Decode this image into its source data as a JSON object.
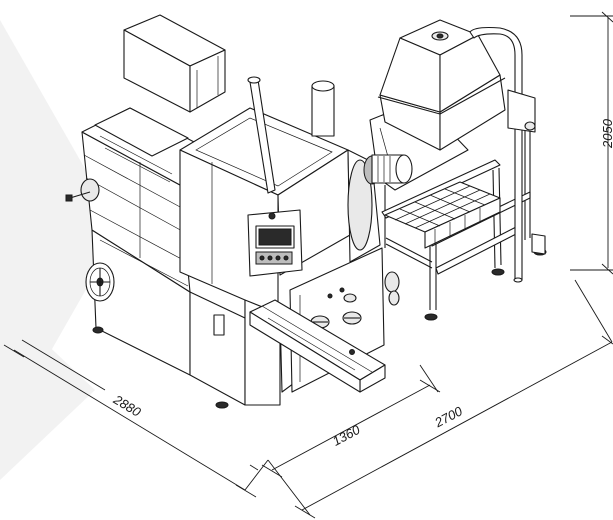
{
  "dimensions": {
    "length_left": "2880",
    "length_front": "1360",
    "length_total": "2700",
    "height": "2050"
  }
}
